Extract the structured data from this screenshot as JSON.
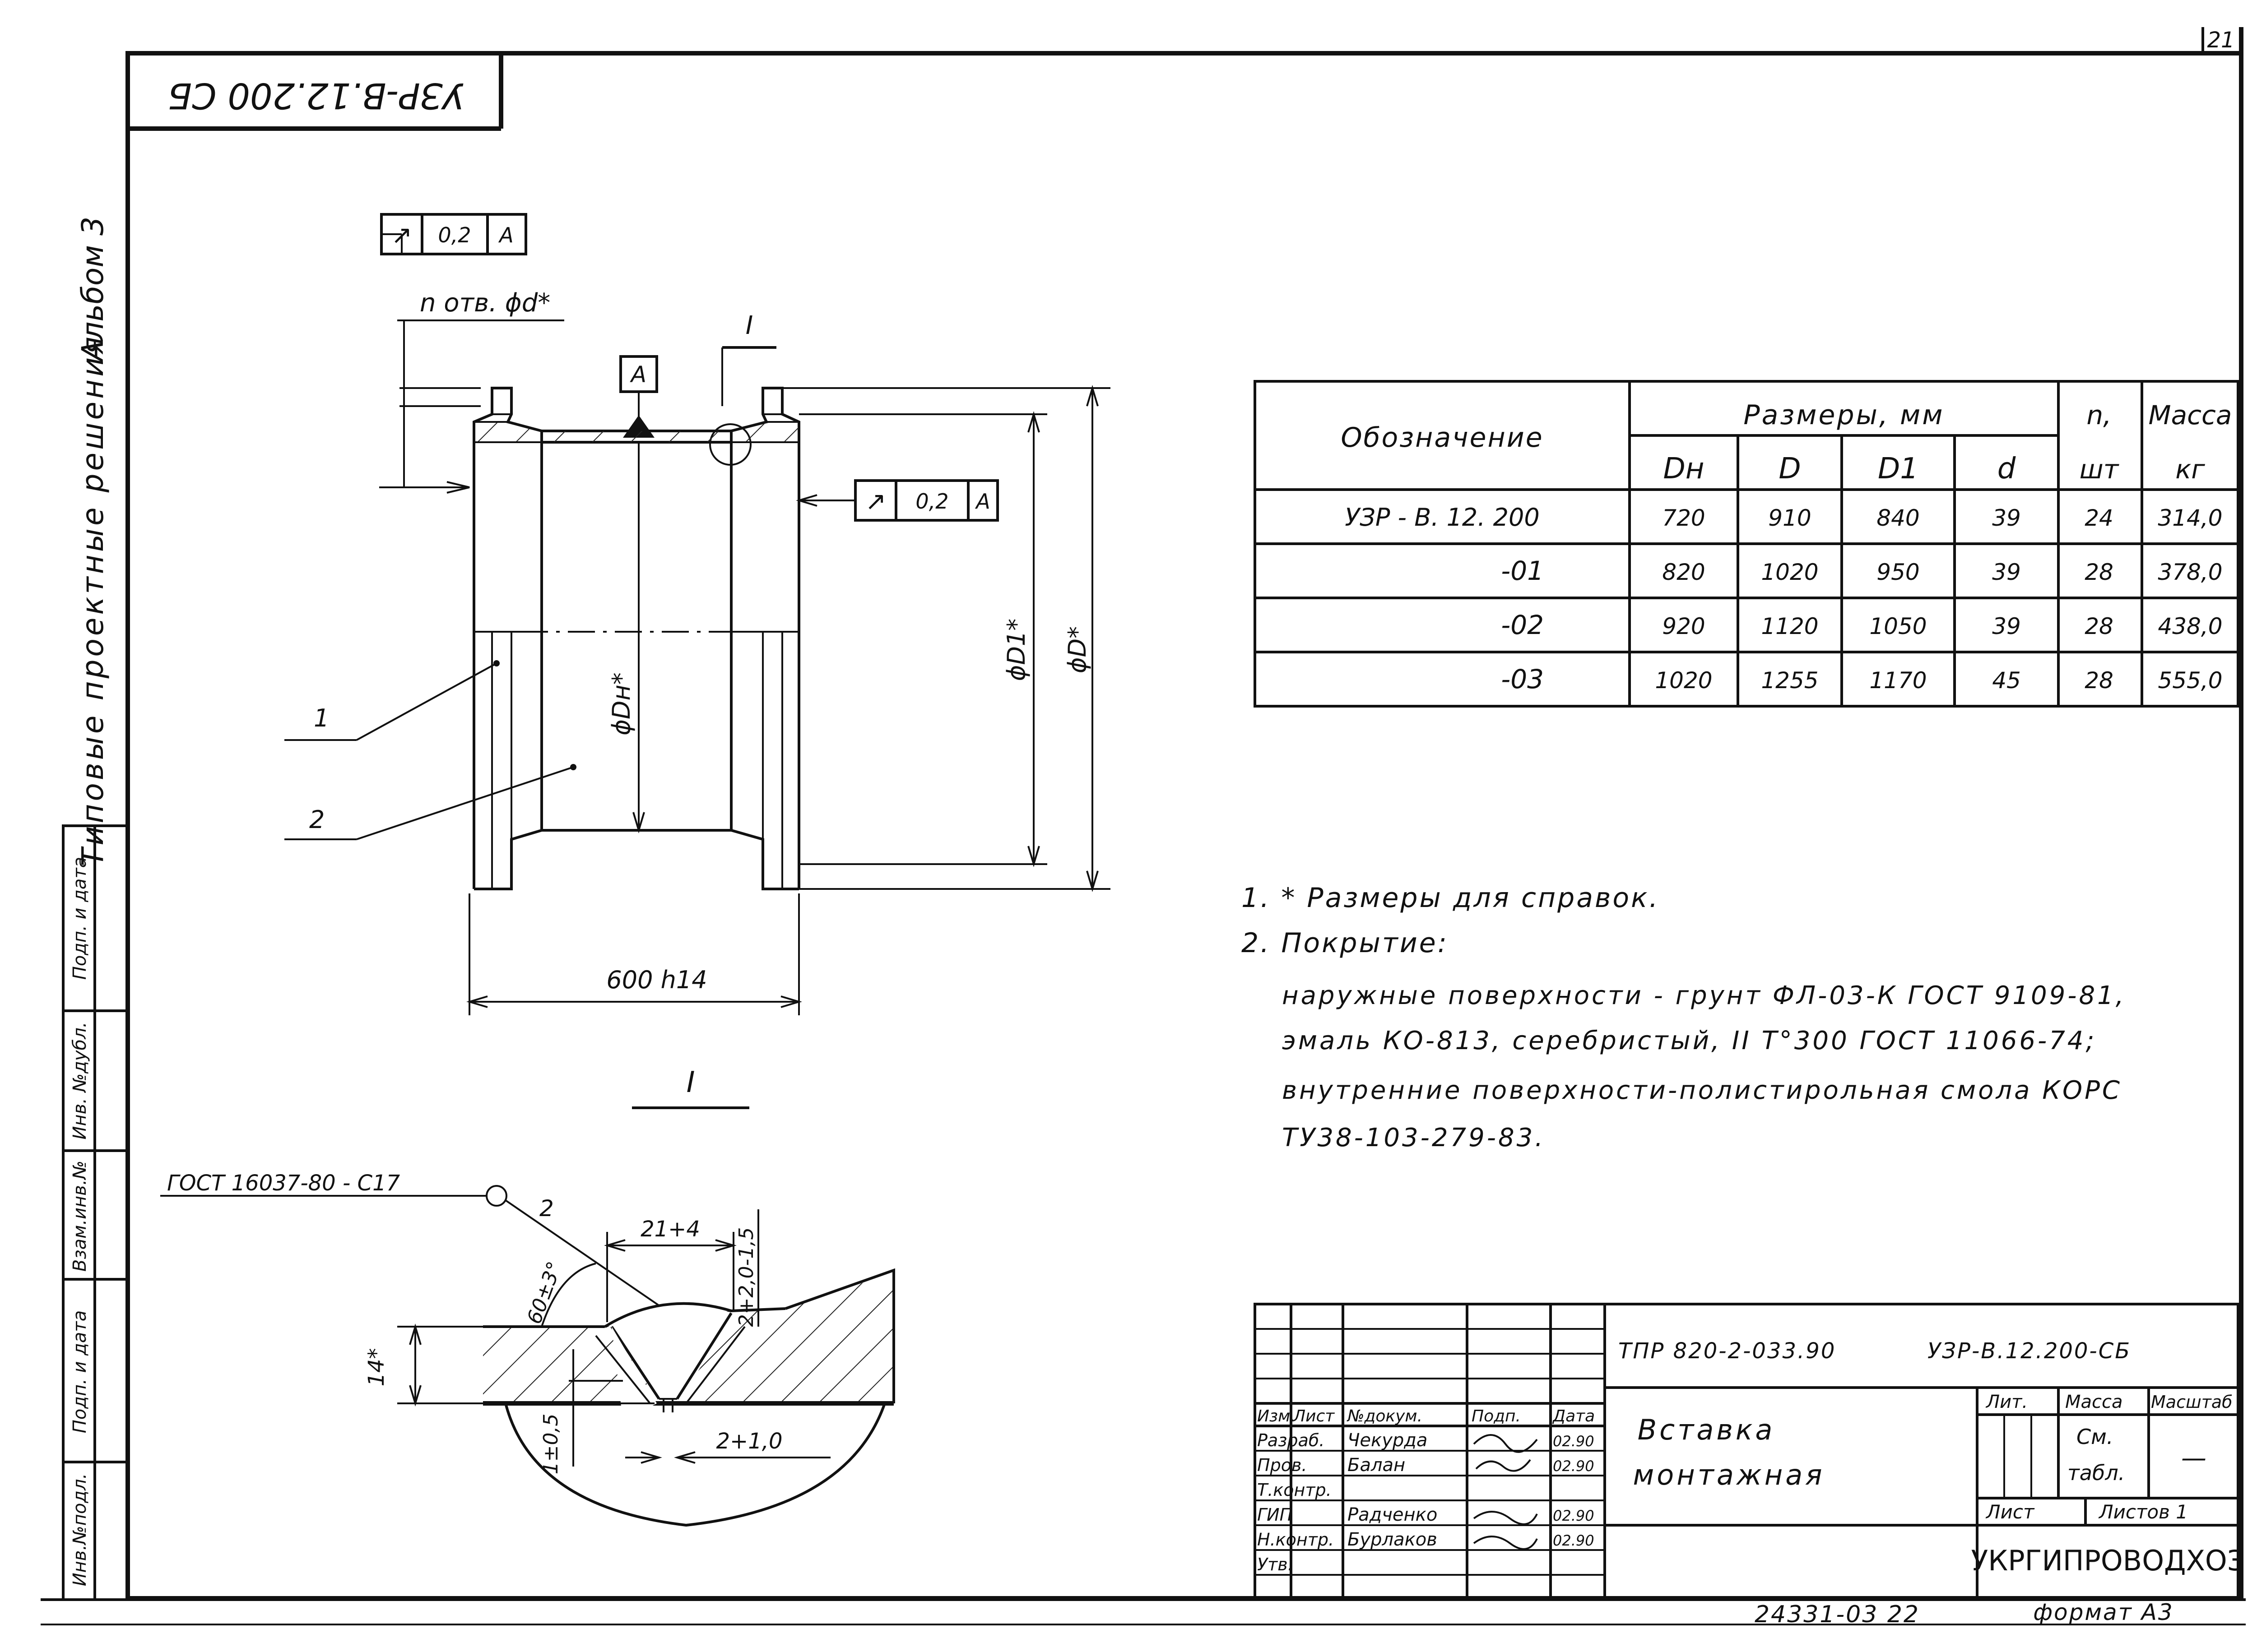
{
  "sheet": {
    "page_number": "21",
    "stamp_code": "УЗР-В.12.200 СБ",
    "album": "Альбом 3",
    "series": "Типовые проектные решения"
  },
  "side_stamp": [
    "Инв.№подл.",
    "Подп. и дата",
    "Взам.инв.№",
    "Инв. №дубл.",
    "Подп. и дата"
  ],
  "drawing": {
    "runout_frame_1": {
      "symbol": "↗",
      "value": "0,2",
      "datum": "A"
    },
    "runout_frame_2": {
      "symbol": "↗",
      "value": "0,2",
      "datum": "A"
    },
    "holes_label": "n отв. ϕd*",
    "datum_box": "A",
    "section_mark": "I",
    "leader_1": "1",
    "leader_2": "2",
    "dim_dn": "ϕDн*",
    "dim_d1": "ϕD1*",
    "dim_d": "ϕD*",
    "dim_length": "600 h14"
  },
  "detail": {
    "title": "I",
    "gost": "ГОСТ 16037-80 - С17",
    "weld_leader": "2",
    "dim_21": "21+4",
    "dim_2": "2+2,0-1,5",
    "dim_angle": "60±3°",
    "dim_14": "14*",
    "dim_1": "1±0,5",
    "dim_gap": "2+1,0"
  },
  "table": {
    "header_designation": "Обозначение",
    "header_sizes": "Размеры, мм",
    "header_n": "n,",
    "header_n_unit": "шт",
    "header_mass": "Масса",
    "header_mass_unit": "кг",
    "cols": [
      "Dн",
      "D",
      "D1",
      "d"
    ],
    "rows": [
      {
        "designation": "УЗР - В. 12. 200",
        "dn": "720",
        "d_big": "910",
        "d1": "840",
        "d": "39",
        "n": "24",
        "mass": "314,0"
      },
      {
        "designation": "-01",
        "dn": "820",
        "d_big": "1020",
        "d1": "950",
        "d": "39",
        "n": "28",
        "mass": "378,0"
      },
      {
        "designation": "-02",
        "dn": "920",
        "d_big": "1120",
        "d1": "1050",
        "d": "39",
        "n": "28",
        "mass": "438,0"
      },
      {
        "designation": "-03",
        "dn": "1020",
        "d_big": "1255",
        "d1": "1170",
        "d": "45",
        "n": "28",
        "mass": "555,0"
      }
    ]
  },
  "notes": {
    "n1": "1.  * Размеры для справок.",
    "n2": "2.  Покрытие:",
    "l1": "наружные поверхности - грунт  ФЛ-03-К ГОСТ 9109-81,",
    "l2": "эмаль КО-813, серебристый, II Т°300 ГОСТ 11066-74;",
    "l3": "внутренние поверхности-полистирольная смола КОРС",
    "l4": "ТУ38-103-279-83."
  },
  "title_block": {
    "doc_code": "ТПР 820-2-033.90",
    "drawing_code": "УЗР-В.12.200-СБ",
    "name_1": "Вставка",
    "name_2": "монтажная",
    "h_izm": "Изм.",
    "h_list": "Лист",
    "h_doc": "№докум.",
    "h_sign": "Подп.",
    "h_date": "Дата",
    "roles": [
      "Разраб.",
      "Пров.",
      "Т.контр.",
      "ГИП",
      "Н.контр.",
      "Утв."
    ],
    "names": [
      "Чекурда",
      "Балан",
      "",
      "Радченко",
      "Бурлаков",
      ""
    ],
    "dates": [
      "02.90",
      "02.90",
      "",
      "02.90",
      "02.90",
      ""
    ],
    "lit": "Лит.",
    "mass": "Масса",
    "scale": "Масштаб",
    "mass_value_1": "См.",
    "mass_value_2": "табл.",
    "scale_value": "—",
    "sheet": "Лист",
    "sheets": "Листов 1",
    "org": "УКРГИПРОВОДХОЗ",
    "bottom_code": "24331-03   22",
    "format": "формат А3"
  }
}
